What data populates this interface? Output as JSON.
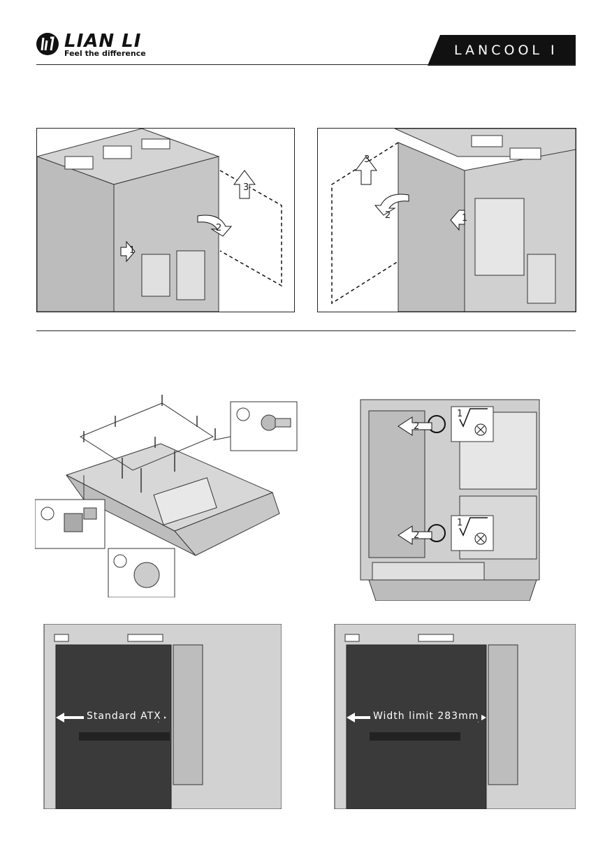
{
  "brand": {
    "name": "LIAN LI",
    "tagline": "Feel the difference",
    "logo_icon": "lian-li-logo-icon"
  },
  "model": {
    "name": "LANCOOL I"
  },
  "figure1": {
    "steps": [
      "1",
      "2",
      "3"
    ]
  },
  "figure2": {
    "steps": [
      "3",
      "2",
      "1"
    ]
  },
  "figure4": {
    "steps": [
      "1",
      "2",
      "1",
      "2"
    ]
  },
  "figure5": {
    "caption": "Standard ATX"
  },
  "figure6": {
    "caption": "Width limit 283mm"
  },
  "colors": {
    "brand_bar": "#111111",
    "line": "#222222",
    "panel_gray": "#c8c8c8",
    "board_dark": "#3a3a3a"
  }
}
